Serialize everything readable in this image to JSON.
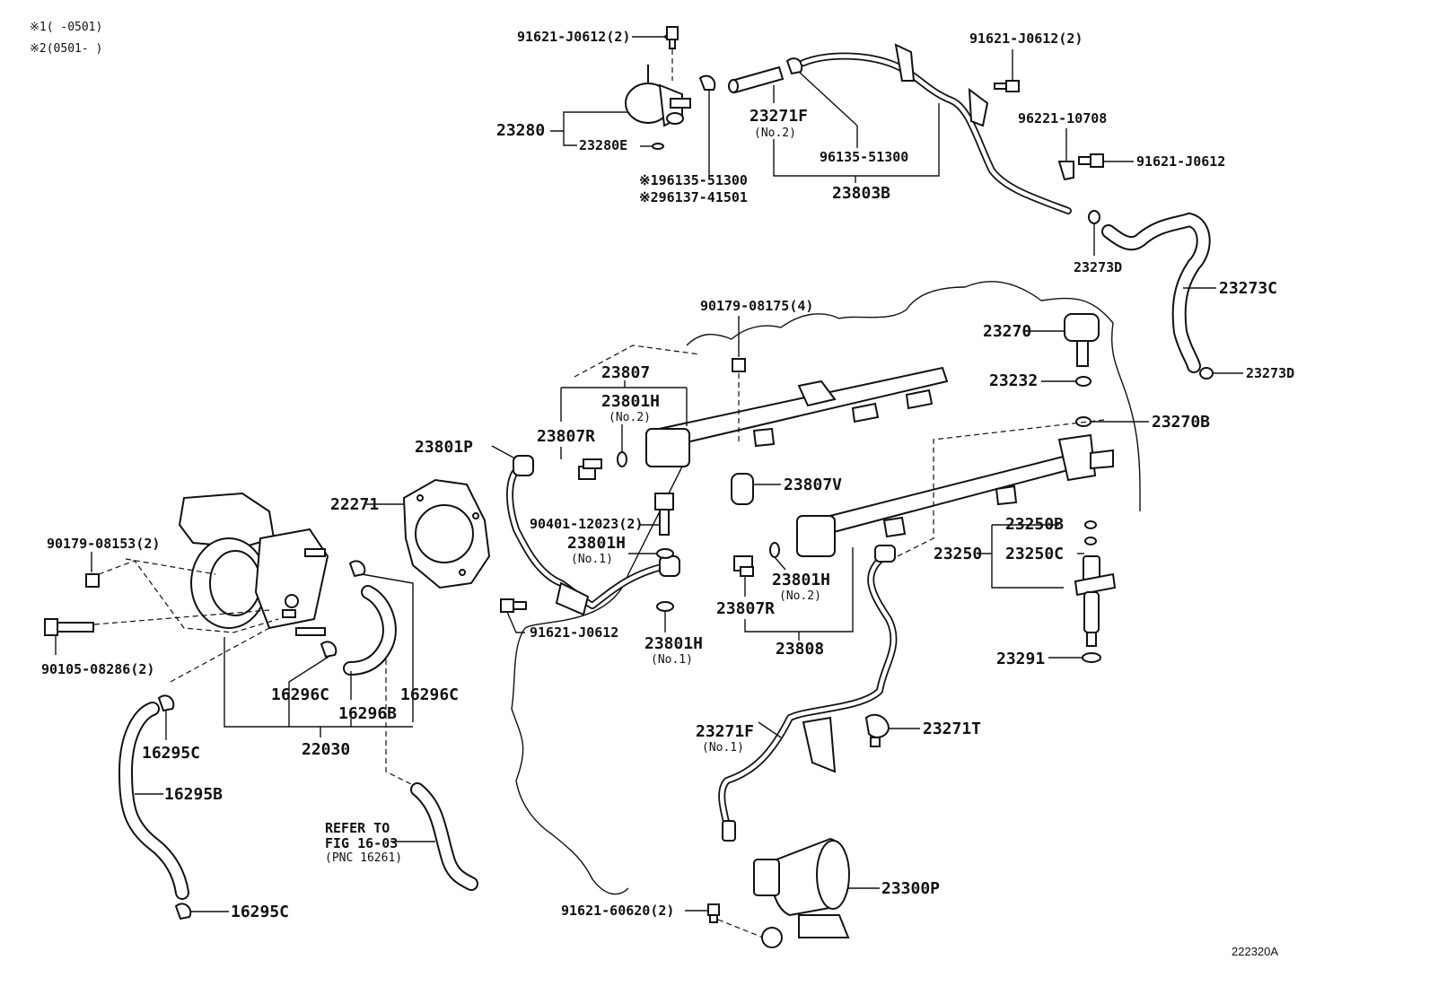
{
  "notes": {
    "note1": "※1(    -0501)",
    "note2": "※2(0501-    )"
  },
  "figure_id": "222320A",
  "labels": {
    "p91621_j0612_2_top_left": "91621-J0612(2)",
    "p91621_j0612_2_top_right": "91621-J0612(2)",
    "p23280": "23280",
    "p23280e": "23280E",
    "p96135_51300_n1": "※196135-51300",
    "p96137_41501_n2": "※296137-41501",
    "p23271f_top": "23271F",
    "no2_a": "(No.2)",
    "p96135_51300": "96135-51300",
    "p23803b": "23803B",
    "p96221_10708": "96221-10708",
    "p91621_j0612_right": "91621-J0612",
    "p23273d_top": "23273D",
    "p23273c": "23273C",
    "p23273d_bottom": "23273D",
    "p90179_08175": "90179-08175(4)",
    "p23270": "23270",
    "p23232": "23232",
    "p23270b": "23270B",
    "p23807": "23807",
    "p23801h_a": "23801H",
    "no2_b": "(No.2)",
    "p23807r_a": "23807R",
    "p23807v": "23807V",
    "p23801p": "23801P",
    "p22271": "22271",
    "p90401_12023": "90401-12023(2)",
    "p23801h_b": "23801H",
    "no1_a": "(No.1)",
    "p23250b": "23250B",
    "p23250": "23250",
    "p23250c": "23250C",
    "p23801h_c": "23801H",
    "no2_c": "(No.2)",
    "p23807r_b": "23807R",
    "p23808": "23808",
    "p90179_08153": "90179-08153(2)",
    "p90105_08286": "90105-08286(2)",
    "p91621_j0612_mid": "91621-J0612",
    "p23801h_d": "23801H",
    "no1_b": "(No.1)",
    "p23291": "23291",
    "p16296c_a": "16296C",
    "p16296b": "16296B",
    "p16296c_b": "16296C",
    "p16295c_a": "16295C",
    "p22030": "22030",
    "p23271f_bottom": "23271F",
    "no1_c": "(No.1)",
    "p23271t": "23271T",
    "p16295b": "16295B",
    "refer1": "REFER TO",
    "refer2": "FIG 16-03",
    "refer3": "(PNC 16261)",
    "p23300p": "23300P",
    "p91621_60620": "91621-60620(2)",
    "p16295c_b": "16295C"
  }
}
